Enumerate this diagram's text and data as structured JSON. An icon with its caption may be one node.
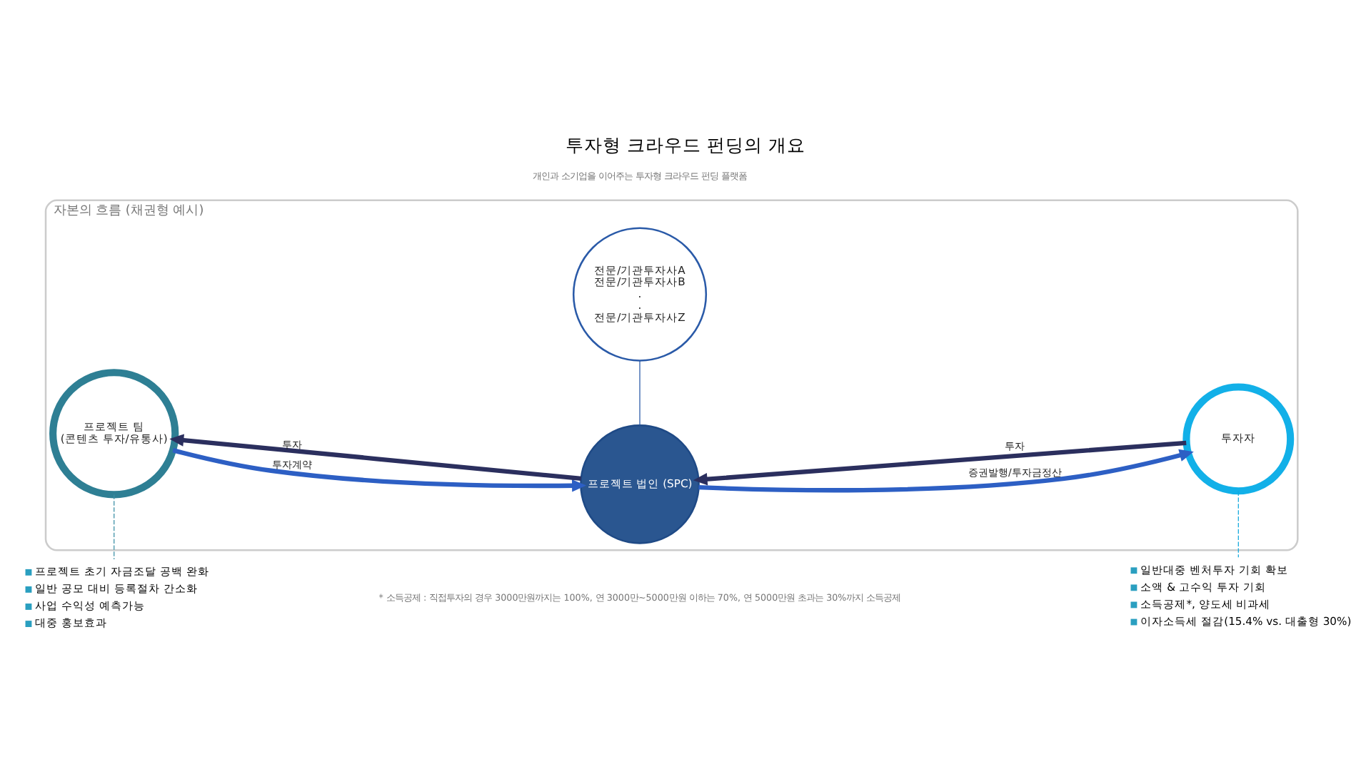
{
  "diagram": {
    "title": "투자형 크라우드 펀딩의 개요",
    "nodes": [
      {
        "text": [
          "자본의 흐름 (채권형 예시)"
        ]
      },
      {
        "text": [
          "프로젝트 팀",
          "(콘텐츠 투자/유통사)"
        ],
        "in": 0
      },
      {
        "text": [
          "프로젝트 법인 (SPC)"
        ],
        "in": 0
      },
      {
        "text": [
          "투자자"
        ],
        "in": 0
      },
      {
        "text": [
          "전문/기관투자사A",
          "전문/기관투자사B",
          ".",
          ".",
          "전문/기관투자사Z"
        ],
        "in": 0
      },
      {
        "text": [
          "프로젝트 초기 자금조달 공백 완화",
          "일반 공모 대비 등록절차 간소화",
          "사업 수익성 예측가능",
          "대중 홍보효과"
        ]
      },
      {
        "text": [
          "일반대중 벤처투자 기회 확보",
          "소액 & 고수익 투자 기회",
          "소득공제*, 양도세 비과세",
          "이자소득세 절감(15.4% vs. 대출형 30%)"
        ]
      }
    ],
    "edges": [
      {
        "from": 2,
        "to": 1,
        "arrow": "to",
        "label": "투자",
        "color": "#2b2f5e"
      },
      {
        "from": 1,
        "to": 2,
        "arrow": "to",
        "label": "투자계약",
        "color": "#2d5fc4"
      },
      {
        "from": 3,
        "to": 2,
        "arrow": "to",
        "label": "투자",
        "color": "#2b2f5e"
      },
      {
        "from": 2,
        "to": 3,
        "arrow": "to",
        "label": "증권발행/투자금정산",
        "color": "#2d5fc4"
      },
      {
        "from": 2,
        "to": 4,
        "arrow": "none",
        "color": "#2a5aa8"
      },
      {
        "from": 1,
        "to": 5,
        "arrow": "none",
        "style": "dashed",
        "color": "#3a8fa5"
      },
      {
        "from": 3,
        "to": 6,
        "arrow": "none",
        "style": "dashed",
        "color": "#12a8dd"
      }
    ],
    "labels": [
      "개인과 소기업을 이어주는 투자형 크라우드 펀딩 플랫폼",
      "* 소득공제 : 직접투자의 경우 3000만원까지는 100%, 연 3000만~5000만원 이하는 70%, 연 5000만원 초과는 30%까지 소득공제"
    ]
  }
}
